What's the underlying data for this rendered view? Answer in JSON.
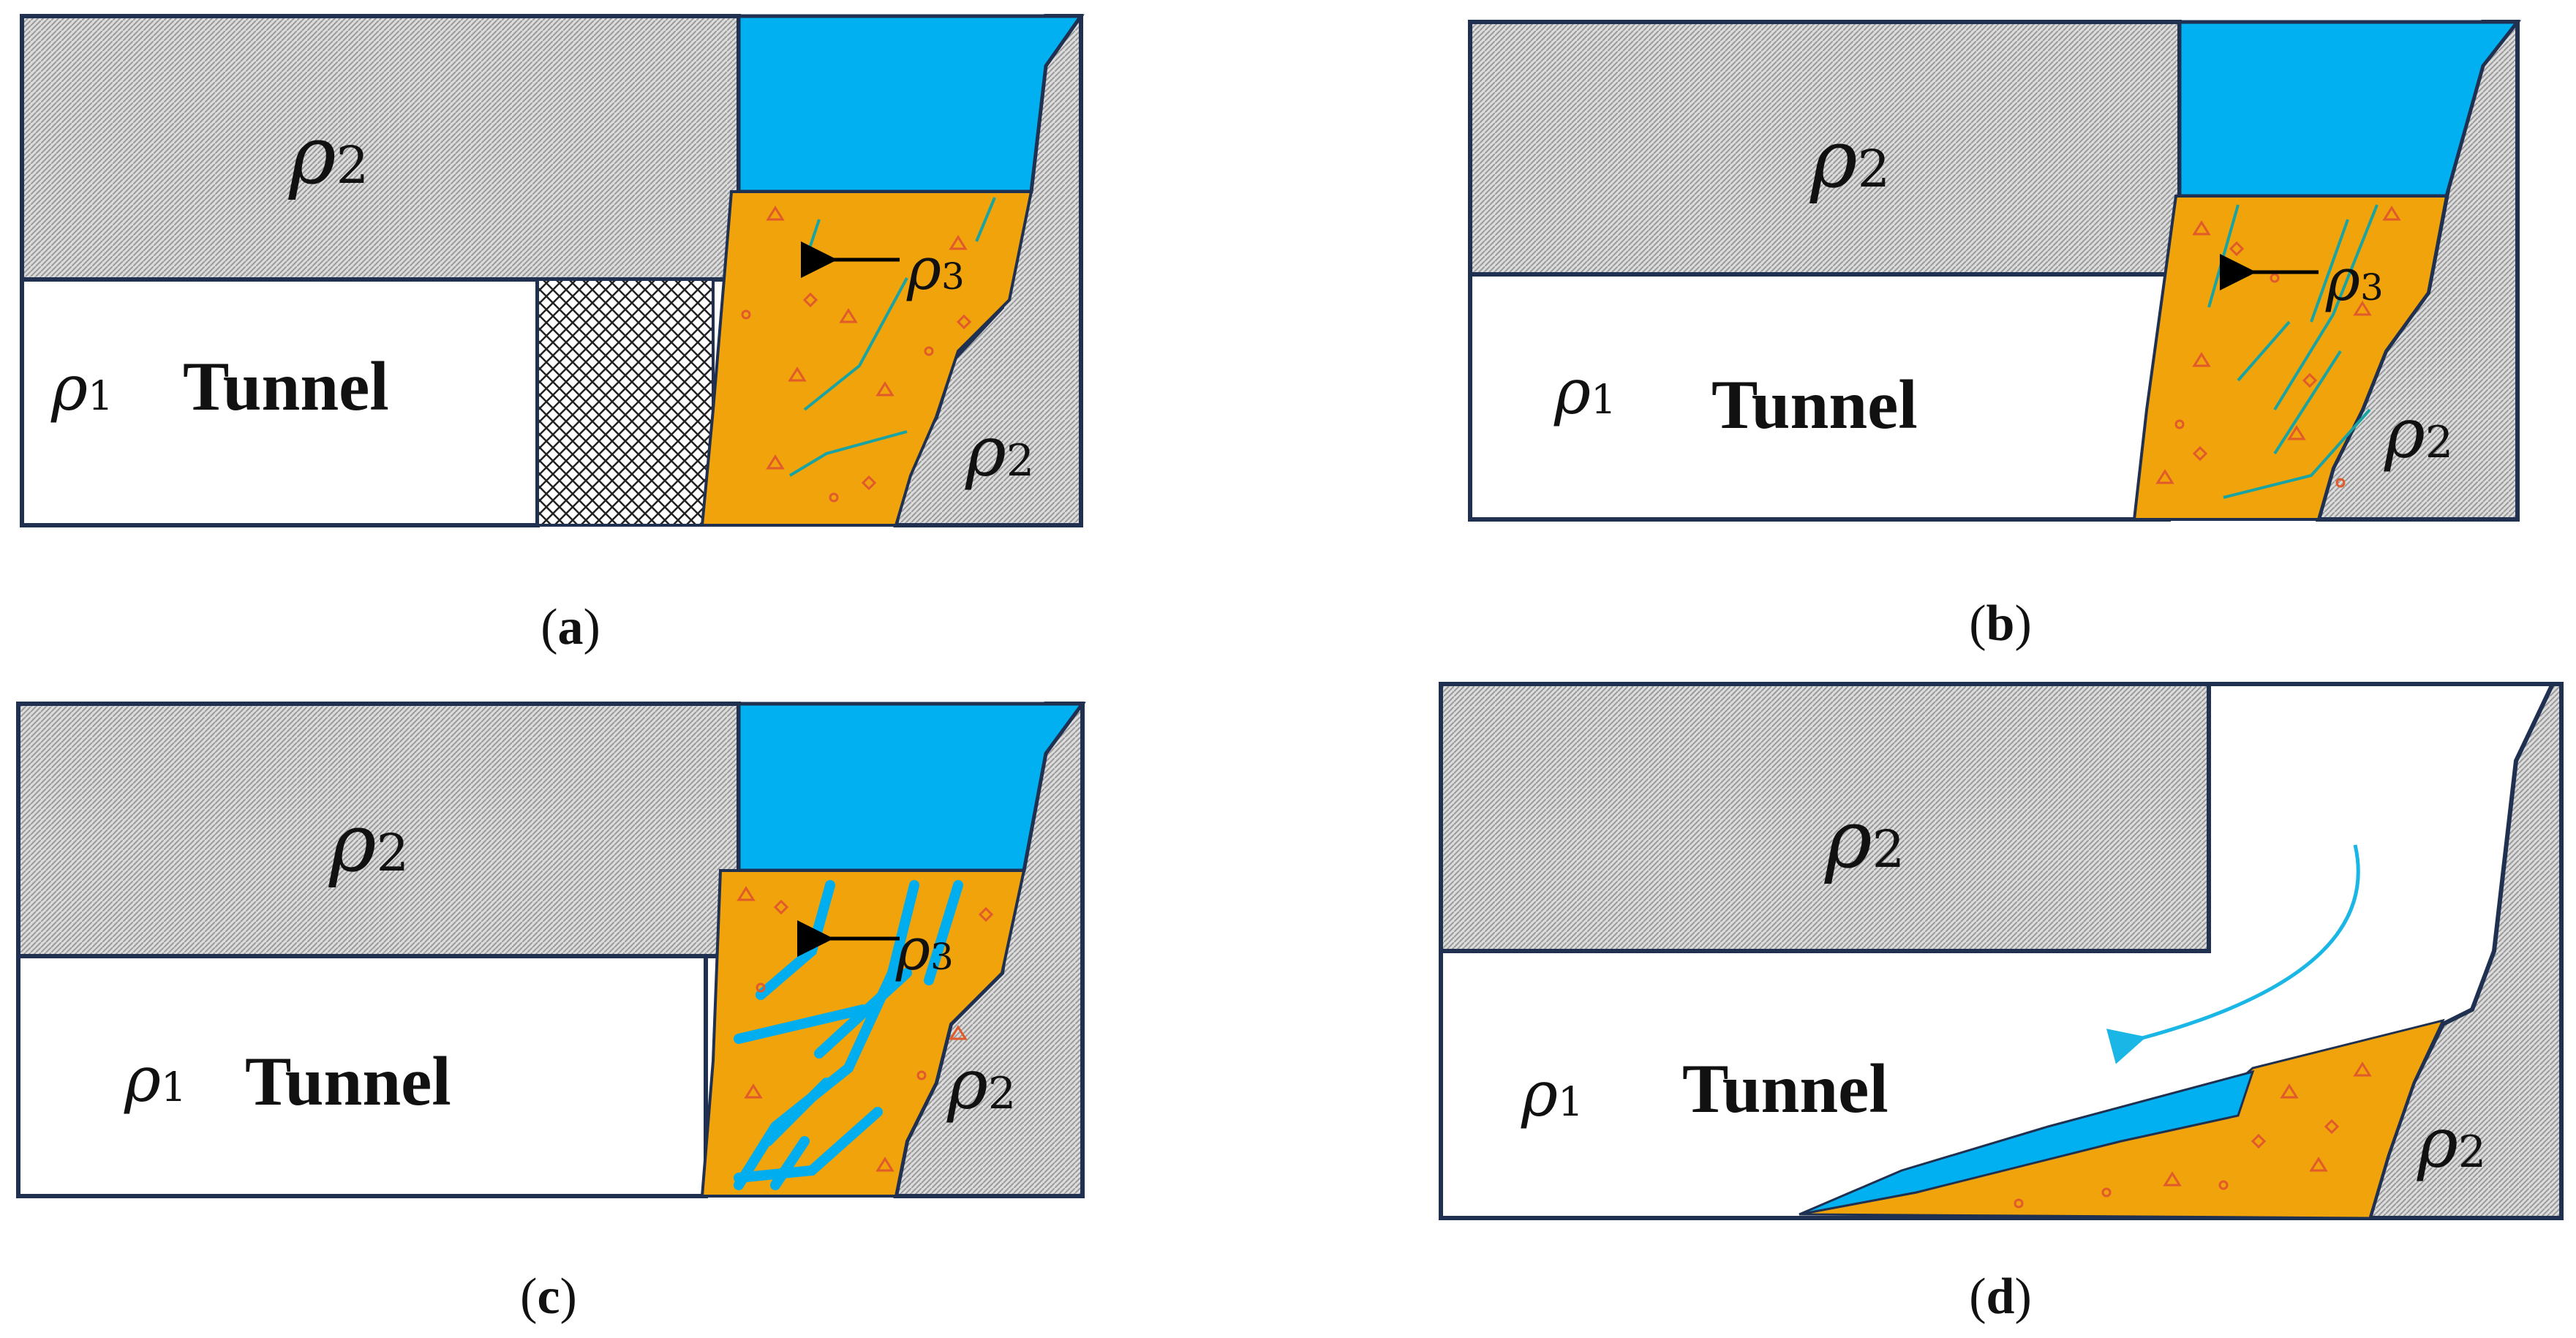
{
  "panels": [
    {
      "id": "a",
      "caption_letter": "a",
      "upper_layer_label": {
        "symbol": "ρ",
        "sub": "2"
      },
      "tunnel_density_label": {
        "symbol": "ρ",
        "sub": "1"
      },
      "tunnel_label": "Tunnel",
      "fault_label": {
        "symbol": "ρ",
        "sub": "3"
      },
      "right_rock_label": {
        "symbol": "ρ",
        "sub": "2"
      }
    },
    {
      "id": "b",
      "caption_letter": "b",
      "upper_layer_label": {
        "symbol": "ρ",
        "sub": "2"
      },
      "tunnel_density_label": {
        "symbol": "ρ",
        "sub": "1"
      },
      "tunnel_label": "Tunnel",
      "fault_label": {
        "symbol": "ρ",
        "sub": "3"
      },
      "right_rock_label": {
        "symbol": "ρ",
        "sub": "2"
      }
    },
    {
      "id": "c",
      "caption_letter": "c",
      "upper_layer_label": {
        "symbol": "ρ",
        "sub": "2"
      },
      "tunnel_density_label": {
        "symbol": "ρ",
        "sub": "1"
      },
      "tunnel_label": "Tunnel",
      "fault_label": {
        "symbol": "ρ",
        "sub": "3"
      },
      "right_rock_label": {
        "symbol": "ρ",
        "sub": "2"
      }
    },
    {
      "id": "d",
      "caption_letter": "d",
      "upper_layer_label": {
        "symbol": "ρ",
        "sub": "2"
      },
      "tunnel_density_label": {
        "symbol": "ρ",
        "sub": "1"
      },
      "tunnel_label": "Tunnel",
      "right_rock_label": {
        "symbol": "ρ",
        "sub": "2"
      }
    }
  ],
  "colors": {
    "rock": "#d6d6d6",
    "water": "#00b0f0",
    "fault_fill": "#f0a30a",
    "fracture_line": "#1aa3a3",
    "inclusion_mark": "#e05a2b",
    "border": "#1f3050"
  }
}
